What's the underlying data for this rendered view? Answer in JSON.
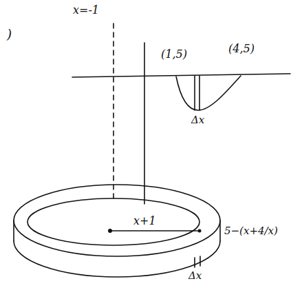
{
  "diagram": {
    "labels": [
      ")",
      "x=-1",
      "(1,5)",
      "(4,5)",
      "Δx",
      "x+1",
      "5−(x+4/x)",
      "Δx"
    ]
  }
}
